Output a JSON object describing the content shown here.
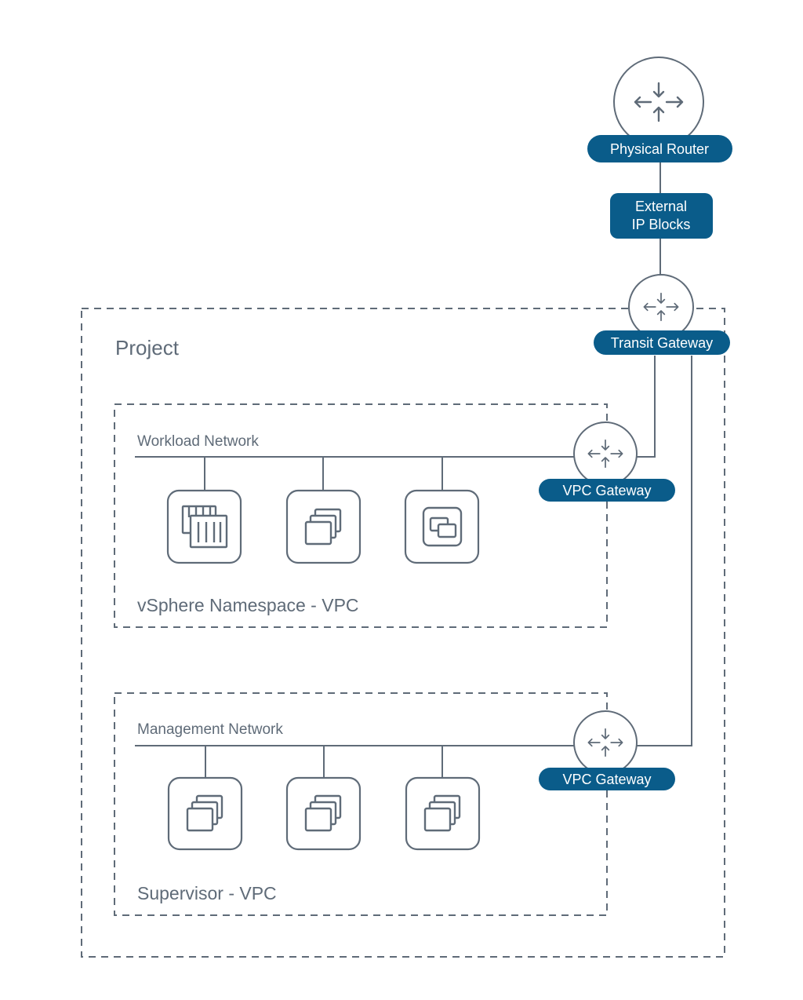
{
  "colors": {
    "stroke": "#5f6b78",
    "pill": "#0a5c8a",
    "pill_text": "#ffffff",
    "text": "#5f6b78",
    "background": "#ffffff"
  },
  "physical_router": {
    "label": "Physical Router",
    "icon": "router-icon"
  },
  "external_ip_blocks": {
    "line1": "External",
    "line2": "IP Blocks"
  },
  "transit_gateway": {
    "label": "Transit Gateway",
    "icon": "router-icon"
  },
  "project": {
    "label": "Project"
  },
  "workload_vpc": {
    "label": "vSphere Namespace - VPC",
    "network_label": "Workload Network",
    "gateway_label": "VPC Gateway",
    "nodes": [
      {
        "icon": "container-icon"
      },
      {
        "icon": "vm-stack-icon"
      },
      {
        "icon": "vm-window-icon"
      }
    ]
  },
  "supervisor_vpc": {
    "label": "Supervisor - VPC",
    "network_label": "Management Network",
    "gateway_label": "VPC Gateway",
    "nodes": [
      {
        "icon": "vm-stack-icon"
      },
      {
        "icon": "vm-stack-icon"
      },
      {
        "icon": "vm-stack-icon"
      }
    ]
  }
}
